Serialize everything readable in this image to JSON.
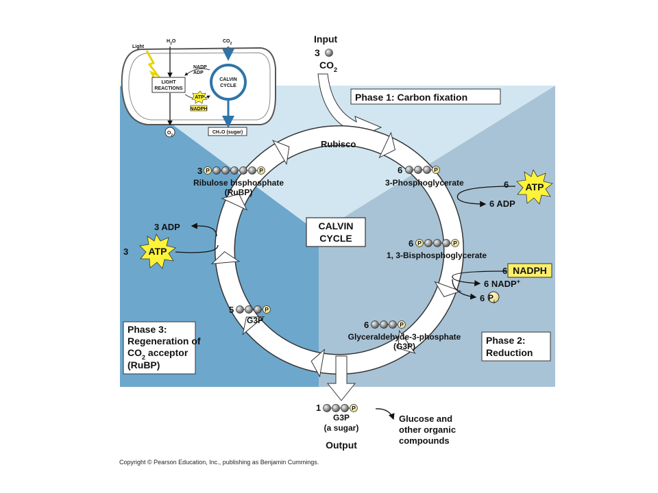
{
  "input": {
    "heading": "Input",
    "count": "3",
    "molecule": "CO",
    "subscript": "2"
  },
  "rubisco": "Rubisco",
  "phase1": "Phase 1: Carbon fixation",
  "phase2": {
    "line1": "Phase 2:",
    "line2": "Reduction"
  },
  "phase3": {
    "line1": "Phase 3:",
    "line2": "Regeneration of",
    "line3_main": "CO",
    "line3_sub": "2",
    "line3_rest": " acceptor",
    "line4": "(RuBP)"
  },
  "center": {
    "line1": "CALVIN",
    "line2": "CYCLE"
  },
  "rubp": {
    "count": "3",
    "name": "Ribulose bisphosphate",
    "abbr": "(RuBP)"
  },
  "pga": {
    "count": "6",
    "name": "3-Phosphoglycerate"
  },
  "bpg": {
    "count": "6",
    "name": "1, 3-Bisphosphoglycerate"
  },
  "g3p6": {
    "count": "6",
    "name": "Glyceraldehyde-3-phosphate",
    "abbr": "(G3P)"
  },
  "g3p5": {
    "count": "5",
    "name": "G3P"
  },
  "atp_right": {
    "count": "6",
    "label": "ATP",
    "product": "6 ADP"
  },
  "nadph": {
    "count": "6",
    "label": "NADPH",
    "product_main": "6 NADP",
    "product_sup": "+",
    "pi_count": "6",
    "pi_label": "P",
    "pi_sub": "i"
  },
  "atp_left": {
    "count": "3",
    "label": "ATP",
    "product": "3 ADP"
  },
  "output": {
    "count": "1",
    "name": "G3P",
    "desc": "(a sugar)",
    "heading": "Output"
  },
  "glucose": {
    "line1": "Glucose and",
    "line2": "other organic",
    "line3": "compounds"
  },
  "phosphate_label": "P",
  "inset": {
    "light": "Light",
    "h2o_main": "H",
    "h2o_sub": "2",
    "h2o_rest": "O",
    "co2_main": "CO",
    "co2_sub": "2",
    "o2_main": "O",
    "o2_sub": "2",
    "light_reactions_1": "LIGHT",
    "light_reactions_2": "REACTIONS",
    "calvin_1": "CALVIN",
    "calvin_2": "CYCLE",
    "nadp": "NADP",
    "adp": "ADP",
    "atp": "ATP",
    "nadph": "NADPH",
    "sugar": "CH₂O (sugar)"
  },
  "copyright": "Copyright © Pearson Education, Inc., publishing as Benjamin Cummings.",
  "colors": {
    "phase3_bg": "#6da7cc",
    "phase2_bg": "#a9c3d6",
    "phase1_bg": "#d2e6f1",
    "cycle_arrow": "#ffffff",
    "atp_star": "#fcf33a",
    "nadph_box": "#fcef6a",
    "phosphate": "#f4e9a4"
  }
}
